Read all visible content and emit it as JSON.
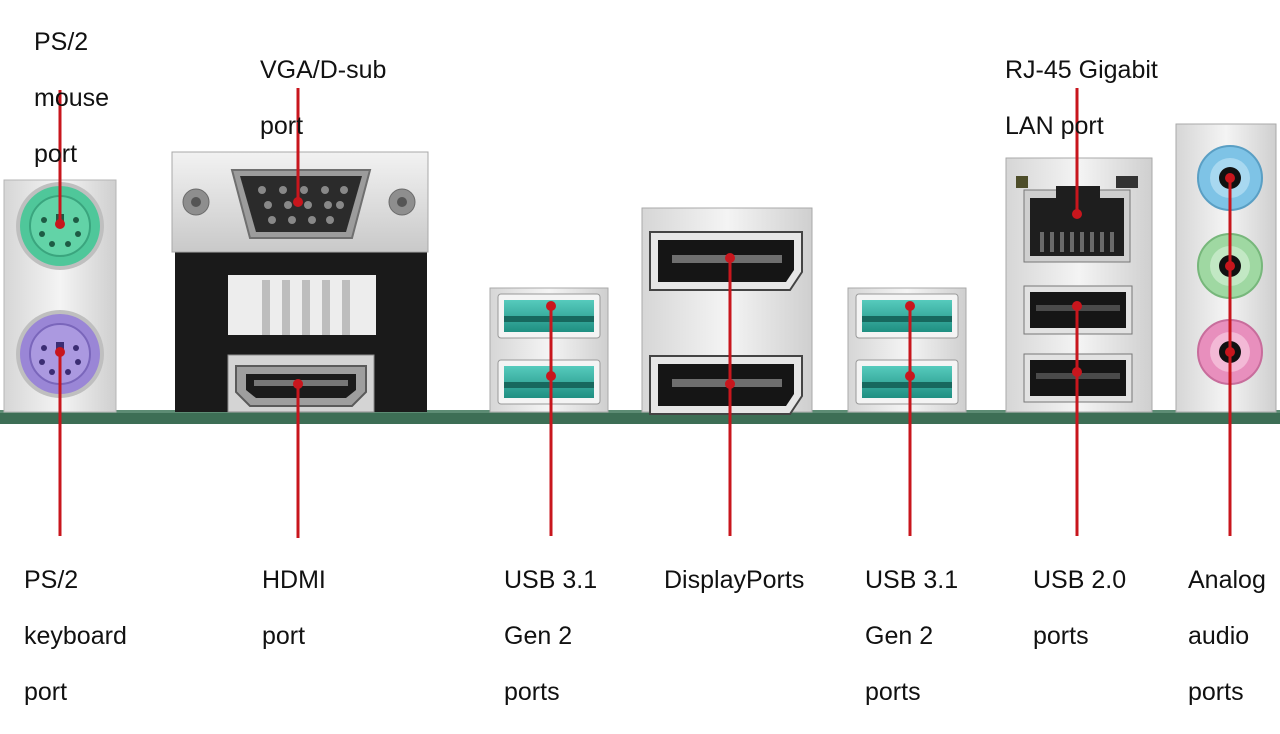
{
  "labels": {
    "ps2_mouse": [
      "PS/2",
      "mouse",
      "port"
    ],
    "vga": [
      "VGA/D-sub",
      "port"
    ],
    "rj45": [
      "RJ-45 Gigabit",
      "LAN port"
    ],
    "ps2_keyboard": [
      "PS/2",
      "keyboard",
      "port"
    ],
    "hdmi": [
      "HDMI",
      "port"
    ],
    "usb31_left": [
      "USB 3.1",
      "Gen 2",
      "ports"
    ],
    "displayports": [
      "DisplayPorts"
    ],
    "usb31_right": [
      "USB 3.1",
      "Gen 2",
      "ports"
    ],
    "usb20": [
      "USB 2.0",
      "ports"
    ],
    "audio": [
      "Analog",
      "audio",
      "ports"
    ]
  },
  "colors": {
    "callout_line": "#c8161d",
    "callout_dot": "#c8161d",
    "pcb": "#3d6e55",
    "metal": "#dcdcdc",
    "metal_dark": "#9a9a9a",
    "ps2_mouse": "#4fc79a",
    "ps2_keyboard": "#9a86d6",
    "usb3_teal": "#2fa89b",
    "audio_blue": "#7ec3e6",
    "audio_green": "#9fd8a2",
    "audio_pink": "#e88fbd"
  }
}
